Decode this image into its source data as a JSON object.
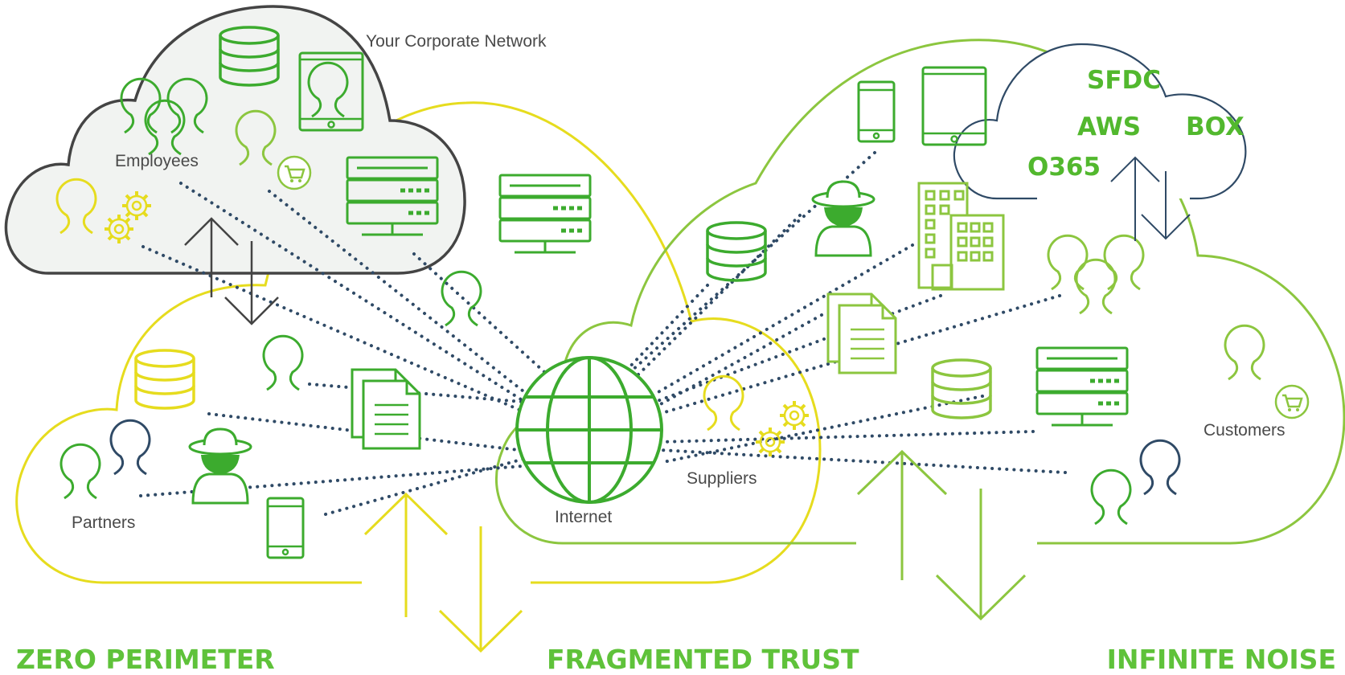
{
  "labels": {
    "corporate_network": "Your Corporate Network",
    "employees": "Employees",
    "partners": "Partners",
    "internet": "Internet",
    "suppliers": "Suppliers",
    "customers": "Customers"
  },
  "saas_apps": [
    "SFDC",
    "AWS",
    "BOX",
    "O365"
  ],
  "headings": {
    "zero_perimeter": "ZERO PERIMETER",
    "fragmented_trust": "FRAGMENTED TRUST",
    "infinite_noise": "INFINITE NOISE"
  },
  "colors": {
    "corporate_cloud": "#444444",
    "yellow_cloud": "#e6dc1e",
    "green_cloud": "#8cc63f",
    "saas_cloud": "#2f4a66",
    "icon_green": "#3cab2e",
    "dots": "#2f4a66",
    "heading": "#5fc23a"
  },
  "icons": [
    "database-icon",
    "tablet-icon",
    "phone-icon",
    "server-icon",
    "person-icon",
    "group-icon",
    "spy-icon",
    "cart-icon",
    "gear-icon",
    "document-icon",
    "building-icon",
    "globe-icon",
    "arrow-up-icon",
    "arrow-down-icon"
  ]
}
